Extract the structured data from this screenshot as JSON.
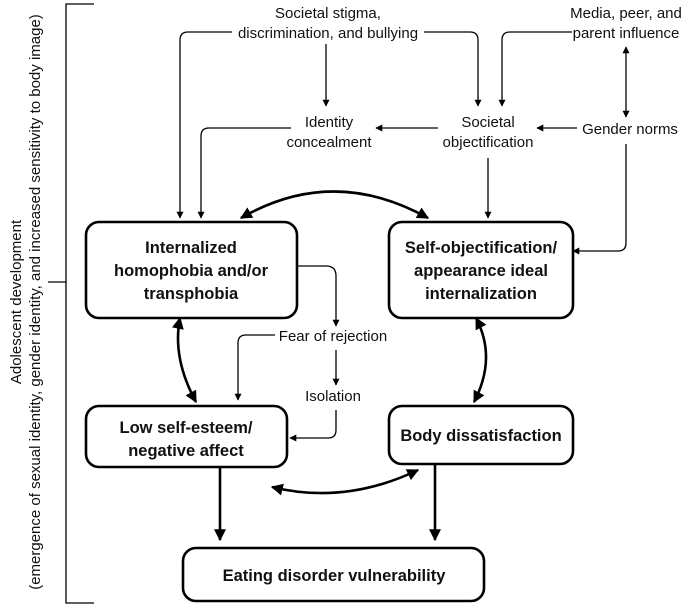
{
  "side_bracket": {
    "line1": "Adolescent development",
    "line2": "(emergence of sexual identity, gender identity, and increased sensitivity to body image)"
  },
  "inputs": {
    "stigma": [
      "Societal stigma,",
      "discrimination, and bullying"
    ],
    "media": [
      "Media, peer, and",
      "parent influence"
    ],
    "identity_concealment": [
      "Identity",
      "concealment"
    ],
    "societal_objectification": [
      "Societal",
      "objectification"
    ],
    "gender_norms": "Gender norms",
    "fear_of_rejection": "Fear of rejection",
    "isolation": "Isolation"
  },
  "boxes": {
    "internalized": [
      "Internalized",
      "homophobia and/or",
      "transphobia"
    ],
    "self_objectification": [
      "Self-objectification/",
      "appearance ideal",
      "internalization"
    ],
    "low_self_esteem": [
      "Low self-esteem/",
      "negative affect"
    ],
    "body_dissatisfaction": "Body dissatisfaction",
    "eating_disorder": "Eating disorder vulnerability"
  }
}
